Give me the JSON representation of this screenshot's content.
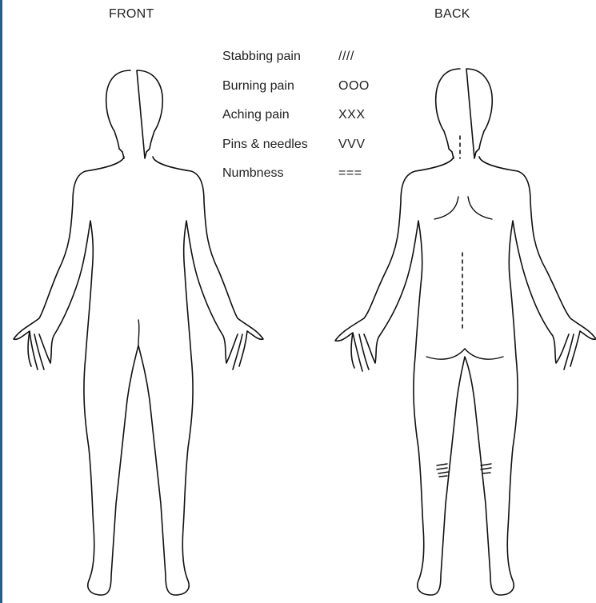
{
  "views": {
    "front_label": "FRONT",
    "back_label": "BACK"
  },
  "legend": [
    {
      "label": "Stabbing pain",
      "symbol": "////"
    },
    {
      "label": "Burning pain",
      "symbol": "OOO"
    },
    {
      "label": "Aching pain",
      "symbol": "XXX"
    },
    {
      "label": "Pins & needles",
      "symbol": "VVV"
    },
    {
      "label": "Numbness",
      "symbol": "==="
    }
  ],
  "marked_areas": [
    {
      "view": "back",
      "region": "left-knee-back",
      "symptom": "Numbness",
      "symbol": "="
    },
    {
      "view": "back",
      "region": "right-knee-back",
      "symptom": "Numbness",
      "symbol": "="
    }
  ],
  "colors": {
    "frame_border": "#1f5f8c",
    "line": "#111111",
    "background": "#ffffff"
  }
}
